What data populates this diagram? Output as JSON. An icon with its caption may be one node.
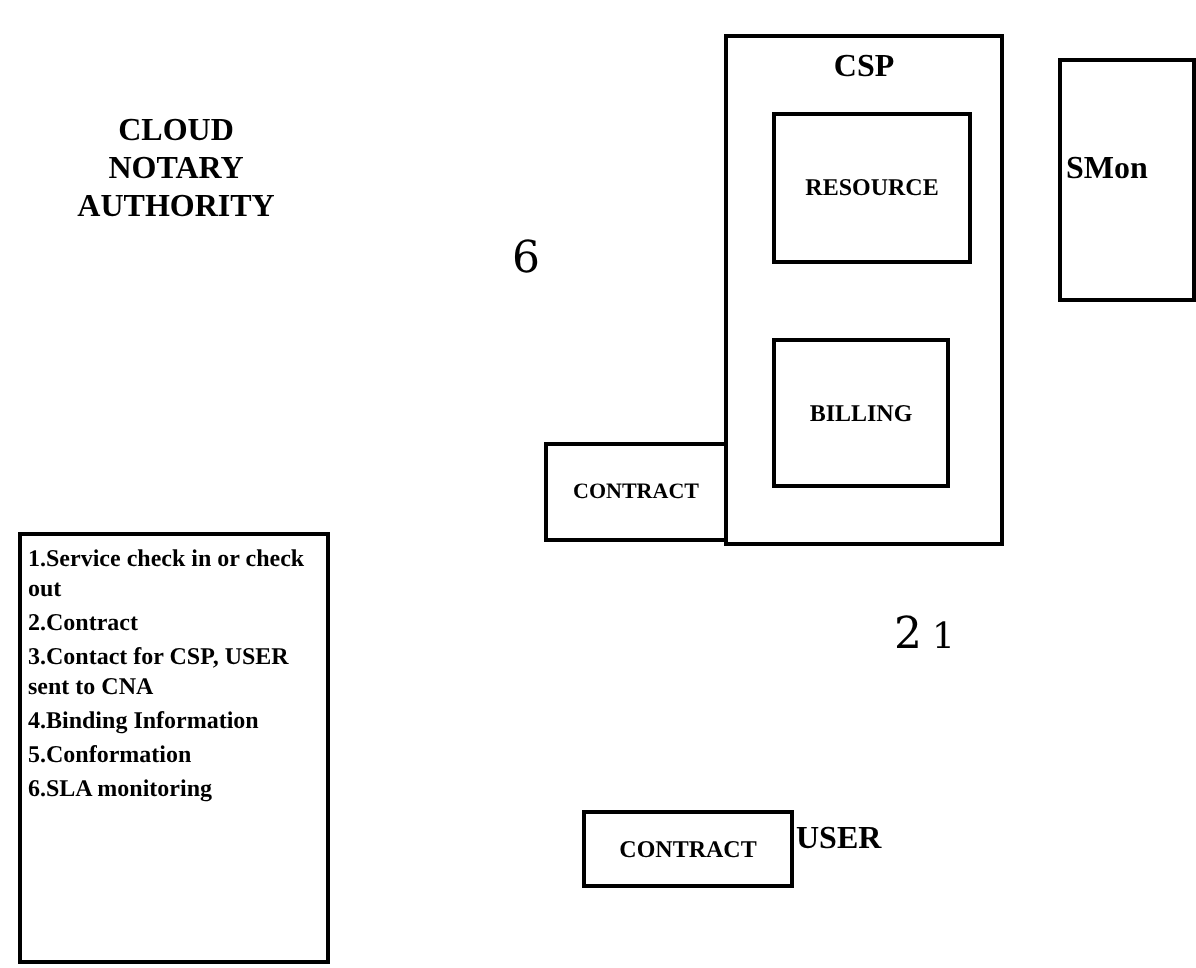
{
  "diagram": {
    "nodes": [
      {
        "text": [
          "CSP"
        ]
      },
      {
        "text": [
          "RESOURCE"
        ],
        "in": 0
      },
      {
        "text": [
          "BILLING"
        ],
        "in": 0
      },
      {
        "text": [
          "SMon"
        ]
      },
      {
        "text": [
          "CONTRACT"
        ]
      },
      {
        "text": [
          "1.Service check in or check out",
          "2.Contract",
          "3.Contact for CSP, USER sent to CNA",
          "4.Binding Information",
          "5.Conformation",
          "6.SLA monitoring"
        ]
      },
      {
        "text": [
          "CONTRACT"
        ]
      }
    ],
    "labels": [
      "CLOUD NOTARY AUTHORITY",
      "6",
      "2",
      "1",
      "USER"
    ]
  }
}
